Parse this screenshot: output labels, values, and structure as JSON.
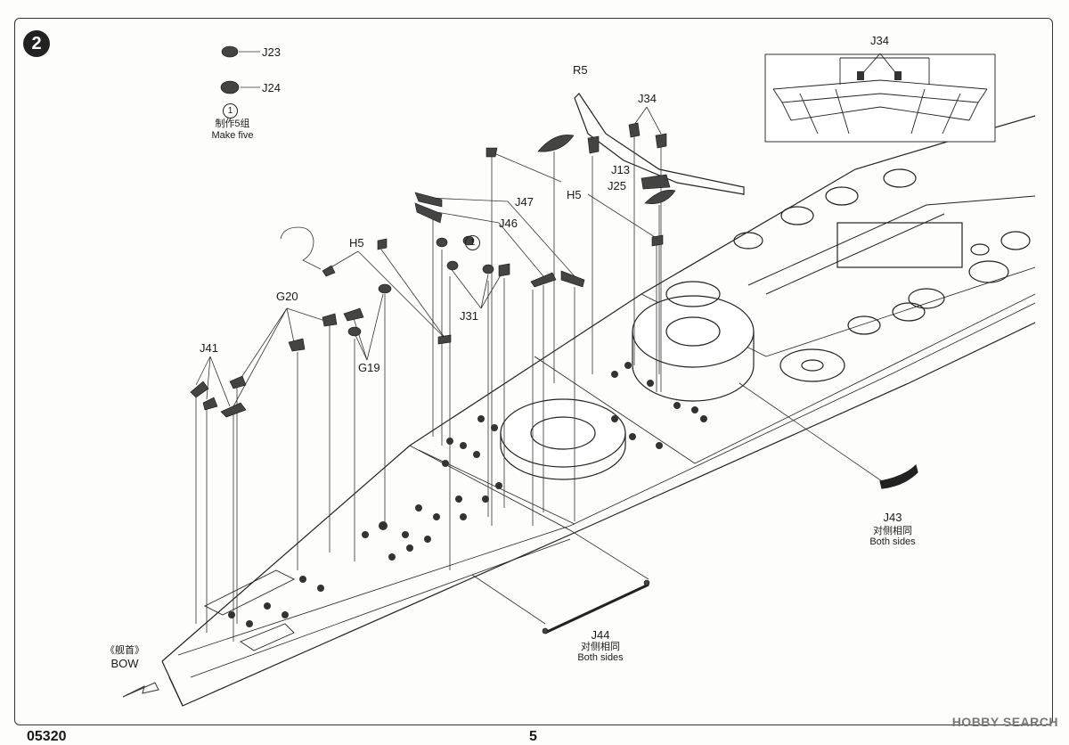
{
  "step": {
    "number": "2"
  },
  "subassembly": {
    "parts": [
      "J23",
      "J24"
    ],
    "circle_ref": "1",
    "note_cn": "制作5组",
    "note_en": "Make five"
  },
  "inset": {
    "label": "J34"
  },
  "labels": {
    "r5": "R5",
    "j34": "J34",
    "j13": "J13",
    "j25": "J25",
    "h5_top": "H5",
    "j47": "J47",
    "j46": "J46",
    "h5_left": "H5",
    "circle_1": "1",
    "j31": "J31",
    "g20": "G20",
    "g19": "G19",
    "j41": "J41"
  },
  "j43": {
    "part": "J43",
    "note_cn": "对侧相同",
    "note_en": "Both sides"
  },
  "j44": {
    "part": "J44",
    "note_cn": "对侧相同",
    "note_en": "Both sides"
  },
  "bow": {
    "cn": "《舰首》",
    "en": "BOW"
  },
  "footer": {
    "code": "05320",
    "page": "5"
  },
  "watermark": {
    "text": "HOBBY SEARCH"
  }
}
